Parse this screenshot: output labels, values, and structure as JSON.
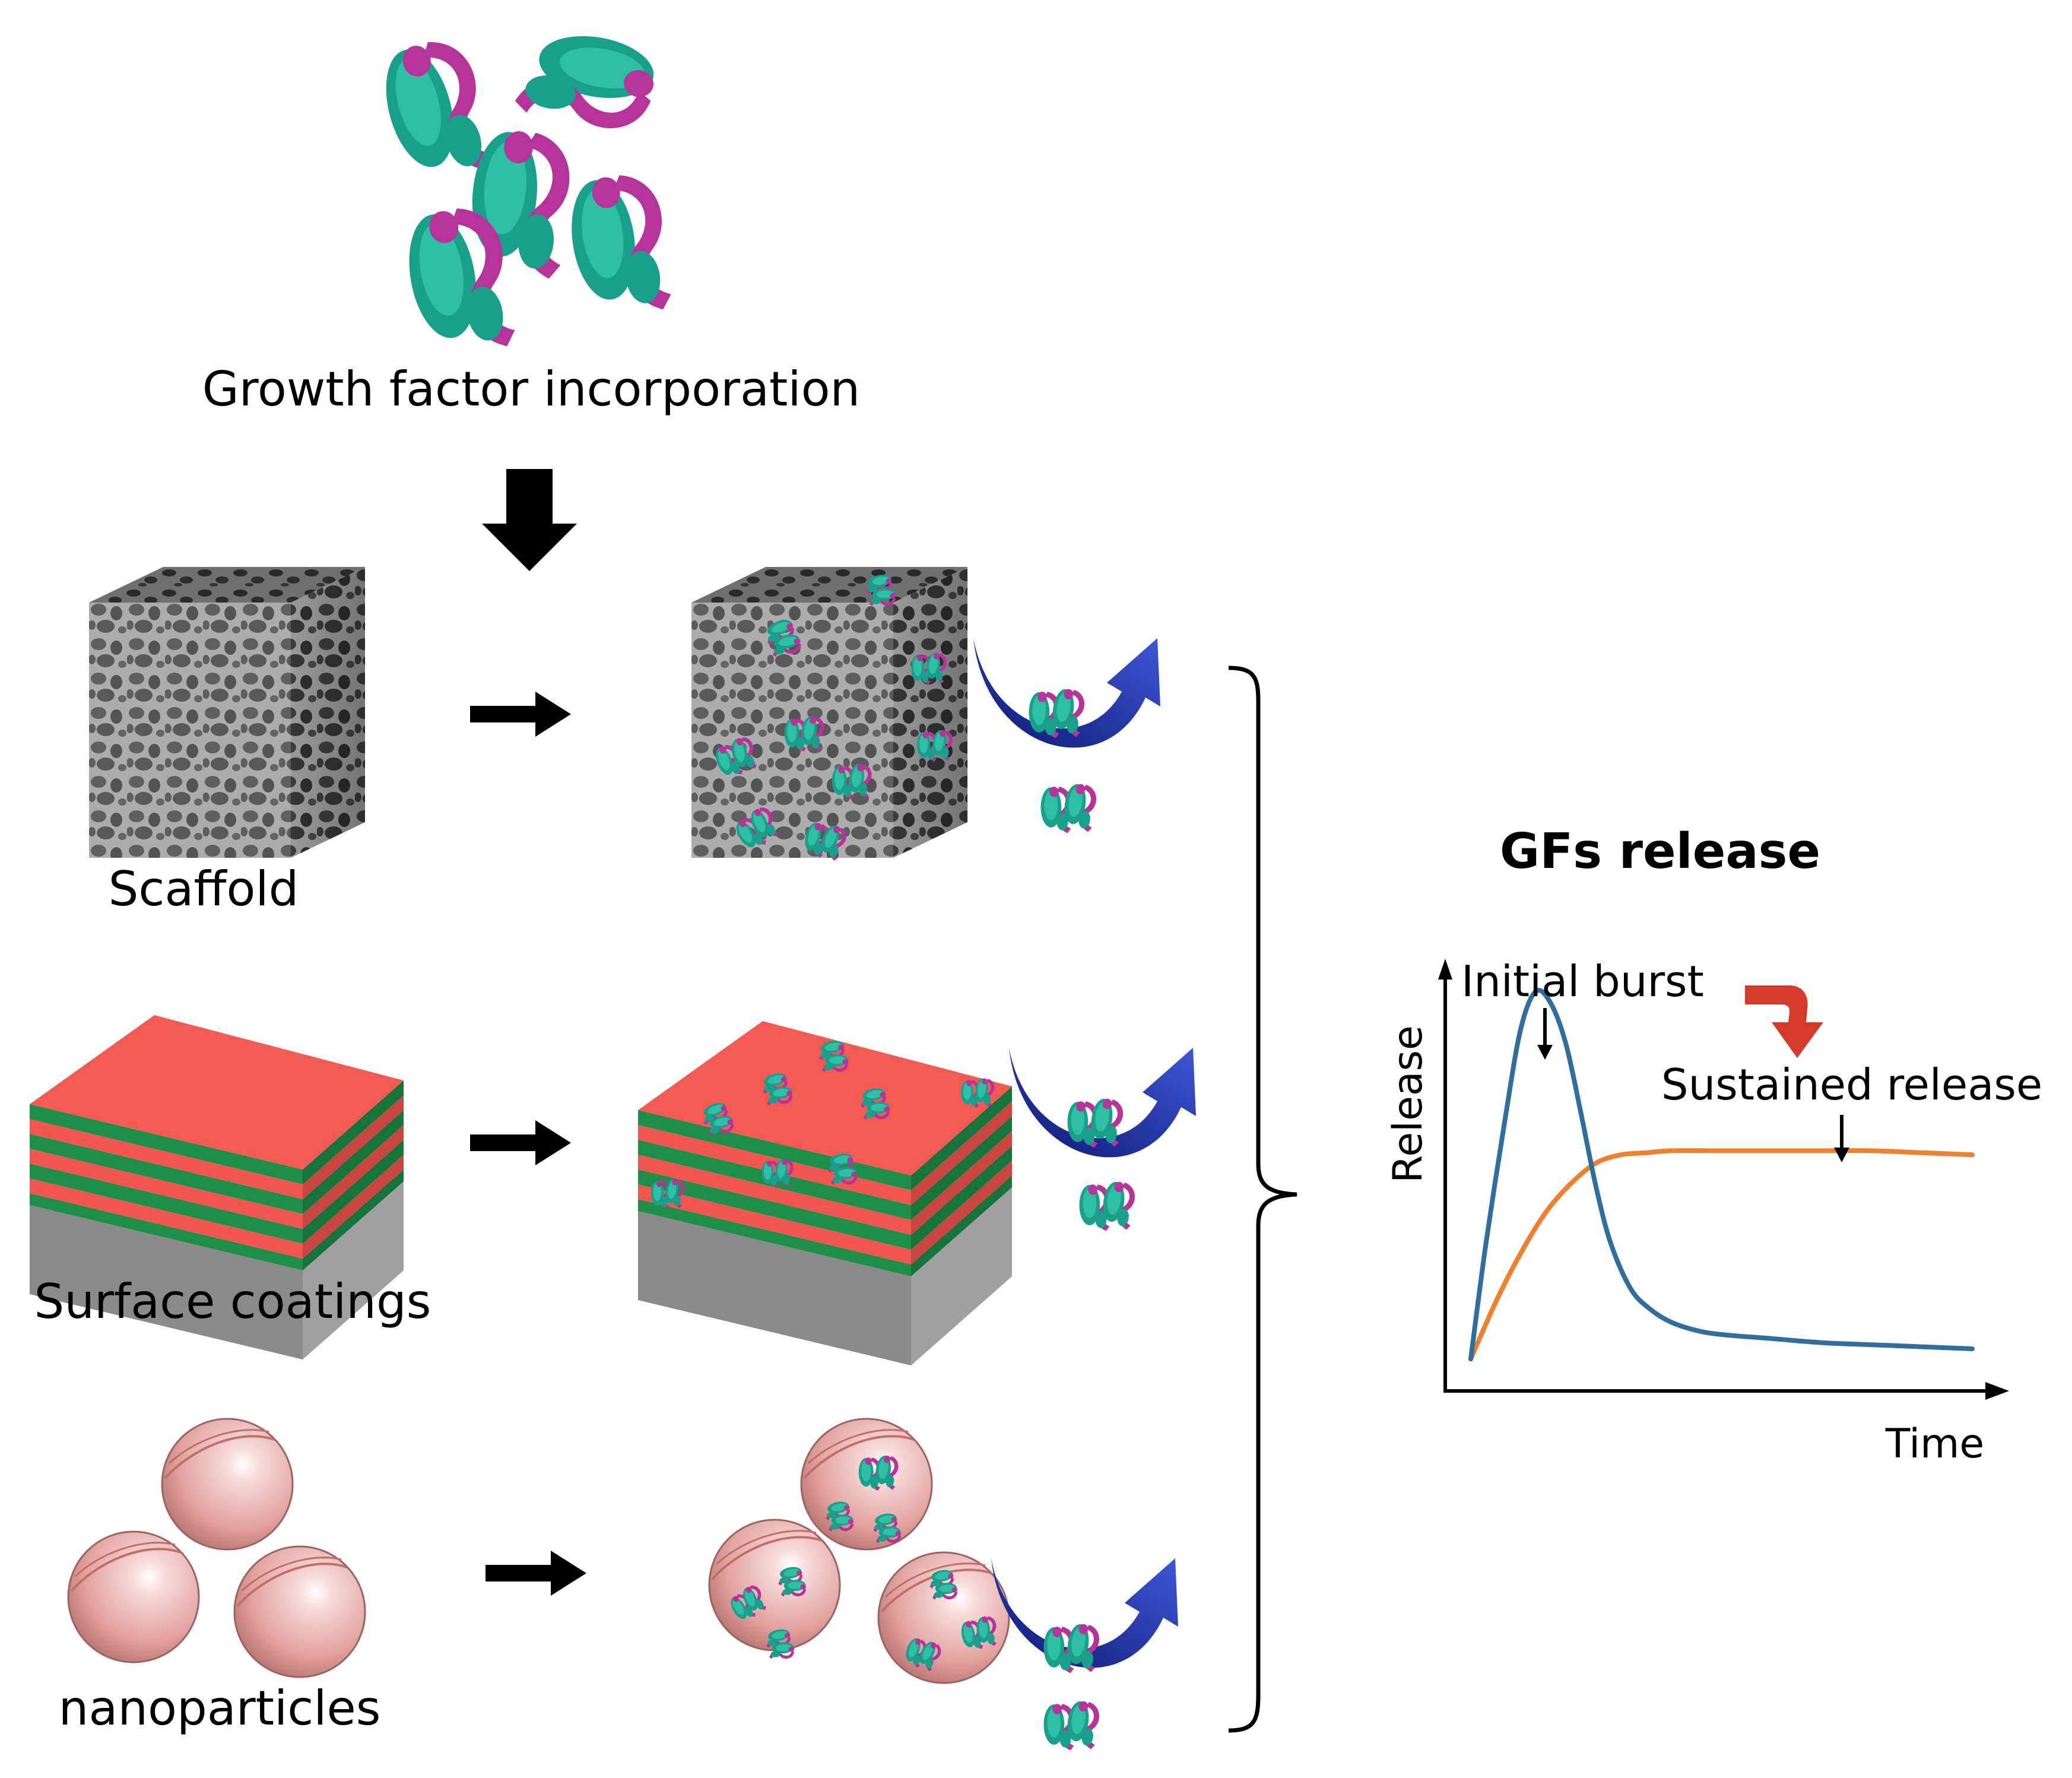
{
  "top_label": "Growth factor incorporation",
  "rows": [
    {
      "label": "Scaffold"
    },
    {
      "label": "Surface coatings"
    },
    {
      "label": "nanoparticles"
    }
  ],
  "release_panel": {
    "title": "GFs release",
    "annotation_burst": "Initial burst",
    "annotation_sustained": "Sustained release"
  },
  "chart_data": {
    "type": "line",
    "title": "GFs release",
    "xlabel": "Time",
    "ylabel": "Release",
    "grid": false,
    "ticks": "none",
    "series": [
      {
        "name": "Initial burst",
        "color": "#2f6f9f",
        "x": [
          0,
          0.03,
          0.07,
          0.1,
          0.13,
          0.16,
          0.19,
          0.22,
          0.25,
          0.28,
          0.32,
          0.36,
          0.4,
          0.45,
          0.5,
          0.6,
          0.7,
          0.8,
          0.9,
          1.0
        ],
        "y": [
          0.02,
          0.3,
          0.62,
          0.83,
          0.92,
          0.89,
          0.79,
          0.62,
          0.44,
          0.3,
          0.19,
          0.14,
          0.11,
          0.09,
          0.08,
          0.07,
          0.06,
          0.055,
          0.05,
          0.045
        ]
      },
      {
        "name": "Sustained release",
        "color": "#f07f2e",
        "x": [
          0,
          0.05,
          0.1,
          0.15,
          0.2,
          0.25,
          0.3,
          0.35,
          0.4,
          0.5,
          0.6,
          0.7,
          0.8,
          0.9,
          1.0
        ],
        "y": [
          0.02,
          0.16,
          0.28,
          0.38,
          0.45,
          0.5,
          0.52,
          0.525,
          0.53,
          0.53,
          0.53,
          0.53,
          0.53,
          0.525,
          0.52
        ]
      }
    ]
  },
  "colors": {
    "protein_teal": "#19a08a",
    "protein_magenta": "#b5339a",
    "coating_red": "#f0564f",
    "coating_green": "#1d8f48",
    "substrate_gray": "#8e8e8e",
    "sphere_pink": "#e8a8a4",
    "release_arrow_blue": "#1a2f9a",
    "curve_arrow_red": "#d43a2a"
  },
  "icons": [
    "protein-dimer-icon",
    "porous-cube-icon",
    "layered-slab-icon",
    "sphere-icon",
    "arrow-right-icon",
    "arrow-down-icon",
    "release-arrow-icon",
    "curved-red-arrow-icon"
  ]
}
